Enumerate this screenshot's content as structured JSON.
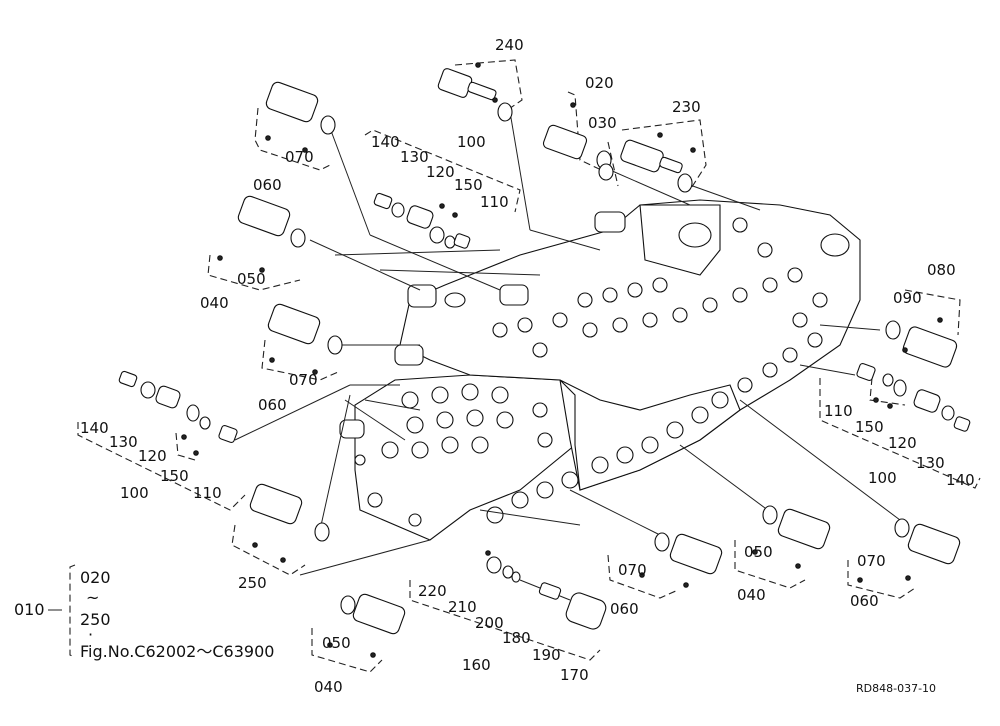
{
  "diagram": {
    "ref_code": "RD848-037-10",
    "legend": {
      "code": "010",
      "range_start": "020",
      "tilde": "~",
      "range_end": "250",
      "dot": "·",
      "fig_range": "Fig.No.C62002～C63900"
    },
    "labels": [
      {
        "id": "l240",
        "text": "240"
      },
      {
        "id": "l020",
        "text": "020"
      },
      {
        "id": "l030",
        "text": "030"
      },
      {
        "id": "l230",
        "text": "230"
      },
      {
        "id": "l070a",
        "text": "070"
      },
      {
        "id": "l060a",
        "text": "060"
      },
      {
        "id": "l140a",
        "text": "140"
      },
      {
        "id": "l130a",
        "text": "130"
      },
      {
        "id": "l100a",
        "text": "100"
      },
      {
        "id": "l120a",
        "text": "120"
      },
      {
        "id": "l150a",
        "text": "150"
      },
      {
        "id": "l110a",
        "text": "110"
      },
      {
        "id": "l050a",
        "text": "050"
      },
      {
        "id": "l040a",
        "text": "040"
      },
      {
        "id": "l080",
        "text": "080"
      },
      {
        "id": "l090",
        "text": "090"
      },
      {
        "id": "l070b",
        "text": "070"
      },
      {
        "id": "l060b",
        "text": "060"
      },
      {
        "id": "l140b",
        "text": "140"
      },
      {
        "id": "l130b",
        "text": "130"
      },
      {
        "id": "l120b",
        "text": "120"
      },
      {
        "id": "l150b",
        "text": "150"
      },
      {
        "id": "l100b",
        "text": "100"
      },
      {
        "id": "l110b",
        "text": "110"
      },
      {
        "id": "l110c",
        "text": "110"
      },
      {
        "id": "l150c",
        "text": "150"
      },
      {
        "id": "l120c",
        "text": "120"
      },
      {
        "id": "l130c",
        "text": "130"
      },
      {
        "id": "l100c",
        "text": "100"
      },
      {
        "id": "l140c",
        "text": "140"
      },
      {
        "id": "l250",
        "text": "250"
      },
      {
        "id": "l220",
        "text": "220"
      },
      {
        "id": "l210",
        "text": "210"
      },
      {
        "id": "l200",
        "text": "200"
      },
      {
        "id": "l180",
        "text": "180"
      },
      {
        "id": "l190",
        "text": "190"
      },
      {
        "id": "l160",
        "text": "160"
      },
      {
        "id": "l170",
        "text": "170"
      },
      {
        "id": "l070c",
        "text": "070"
      },
      {
        "id": "l060c",
        "text": "060"
      },
      {
        "id": "l050b",
        "text": "050"
      },
      {
        "id": "l040b",
        "text": "040"
      },
      {
        "id": "l070d",
        "text": "070"
      },
      {
        "id": "l060d",
        "text": "060"
      },
      {
        "id": "l050c",
        "text": "050"
      },
      {
        "id": "l040c",
        "text": "040"
      }
    ]
  }
}
